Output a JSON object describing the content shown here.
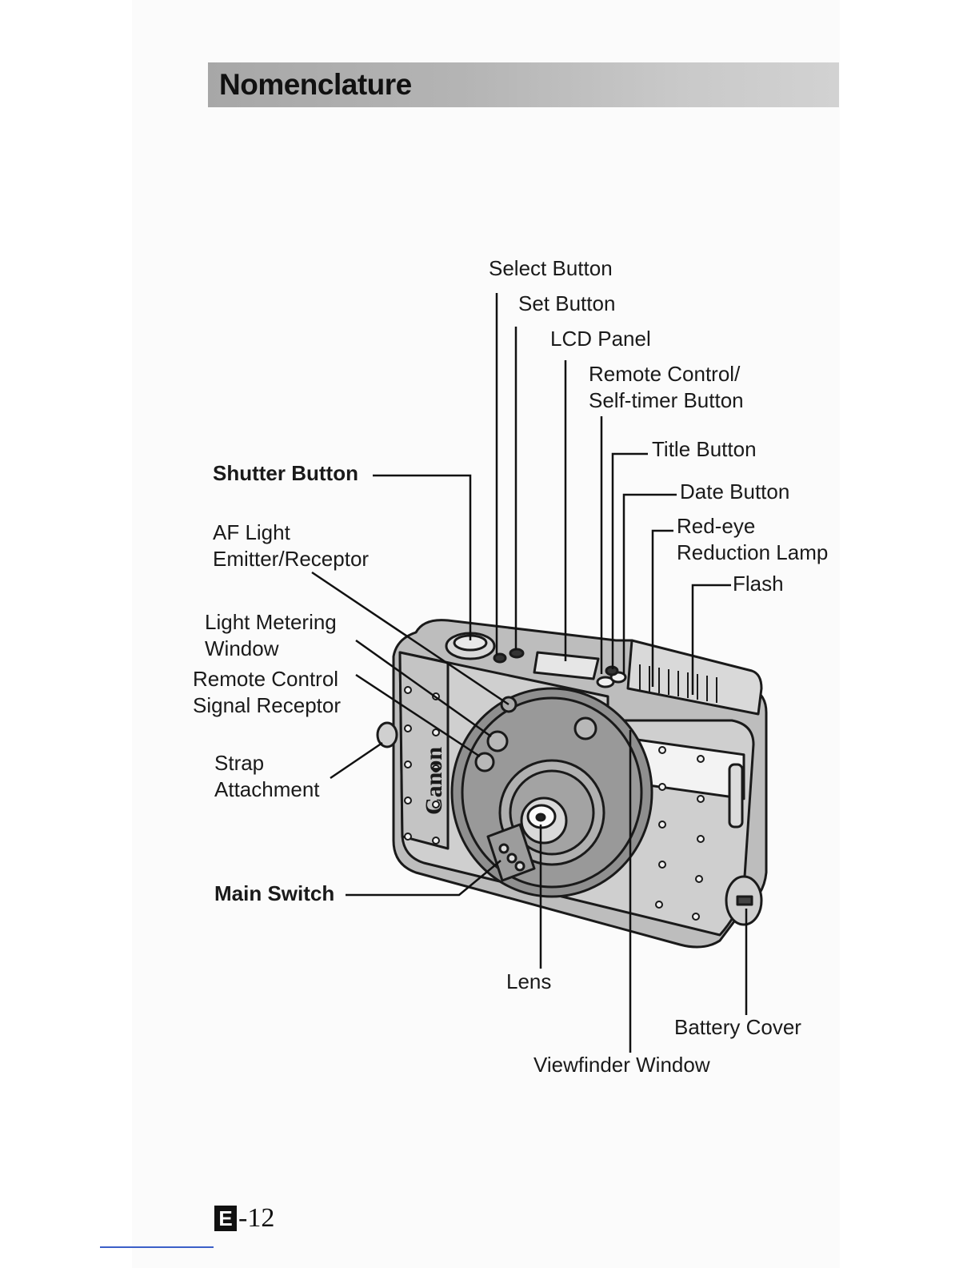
{
  "header": {
    "title": "Nomenclature"
  },
  "labels": {
    "select_button": "Select Button",
    "set_button": "Set Button",
    "lcd_panel": "LCD Panel",
    "remote_selftimer_line1": "Remote Control/",
    "remote_selftimer_line2": "Self-timer Button",
    "title_button": "Title Button",
    "date_button": "Date Button",
    "redeye_line1": "Red-eye",
    "redeye_line2": "Reduction Lamp",
    "flash": "Flash",
    "shutter_button": "Shutter Button",
    "af_line1": "AF Light",
    "af_line2": "Emitter/Receptor",
    "metering_line1": "Light Metering",
    "metering_line2": "Window",
    "remote_receptor_line1": "Remote Control",
    "remote_receptor_line2": "Signal Receptor",
    "strap_line1": "Strap",
    "strap_line2": "Attachment",
    "main_switch": "Main Switch",
    "lens": "Lens",
    "battery_cover": "Battery Cover",
    "viewfinder_window": "Viewfinder Window"
  },
  "camera": {
    "brand": "Canon"
  },
  "footer": {
    "badge": "E",
    "page_number": "-12"
  }
}
